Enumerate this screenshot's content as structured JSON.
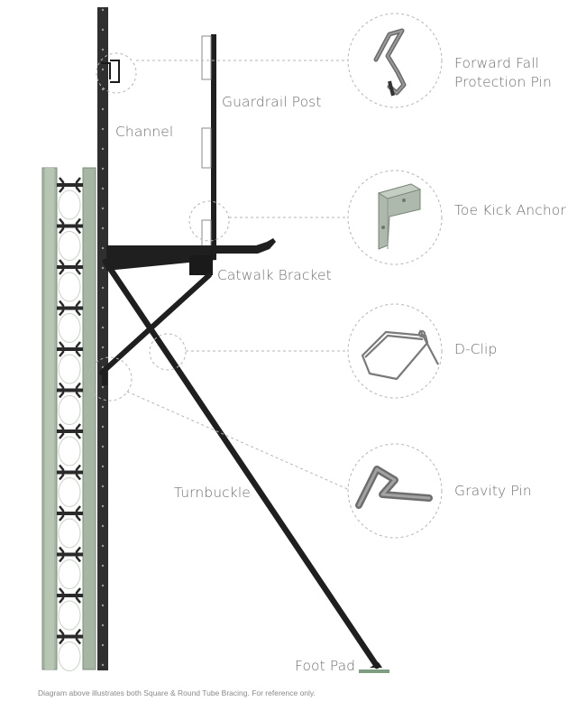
{
  "labels": {
    "channel": "Channel",
    "guardrail_post": "Guardrail Post",
    "catwalk_bracket": "Catwalk Bracket",
    "turnbuckle": "Turnbuckle",
    "foot_pad": "Foot Pad"
  },
  "details": [
    {
      "id": "forward-fall-protection-pin",
      "line1": "Forward Fall",
      "line2": "Protection Pin",
      "icon": "bent-pin-icon"
    },
    {
      "id": "toe-kick-anchor",
      "line1": "Toe Kick Anchor",
      "icon": "angle-bracket-icon"
    },
    {
      "id": "d-clip",
      "line1": "D-Clip",
      "icon": "wire-clip-icon"
    },
    {
      "id": "gravity-pin",
      "line1": "Gravity Pin",
      "icon": "hook-pin-icon"
    }
  ],
  "caption": "Diagram above illustrates both Square & Round Tube Bracing. For reference only.",
  "colors": {
    "steel_dark": "#1f1f1f",
    "channel_gray": "#333333",
    "form_green": "#a6b6a3",
    "form_green_dark": "#8c9c8a",
    "label_gray": "#6f6f6f",
    "dashed_circle": "#b5b5b5",
    "foot_pad_green": "#7f9d80"
  }
}
